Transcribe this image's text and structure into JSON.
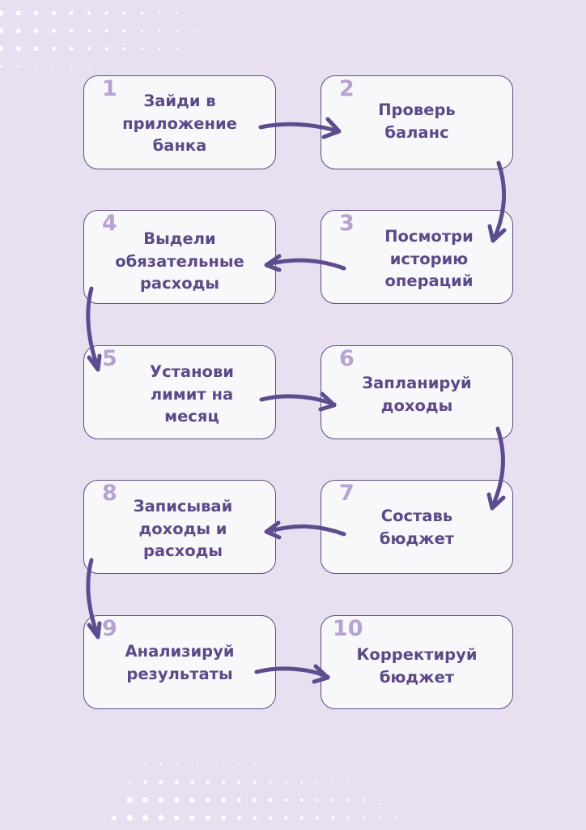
{
  "diagram": {
    "type": "process-flow",
    "colors": {
      "background": "#e8dff1",
      "card_fill": "#f8f8fb",
      "card_border": "#5e4c82",
      "text": "#5c4a88",
      "step_number": "#b7a3d1",
      "arrow": "#5e4c8f",
      "dots": "#ffffff"
    },
    "steps": [
      {
        "number": "1",
        "text": "Зайди в\nприложение\nбанка"
      },
      {
        "number": "2",
        "text": "Проверь\nбаланс"
      },
      {
        "number": "3",
        "text": "Посмотри\nисторию\nопераций"
      },
      {
        "number": "4",
        "text": "Выдели\nобязательные\nрасходы"
      },
      {
        "number": "5",
        "text": "Установи\nлимит на\nмесяц"
      },
      {
        "number": "6",
        "text": "Запланируй\nдоходы"
      },
      {
        "number": "7",
        "text": "Составь\nбюджет"
      },
      {
        "number": "8",
        "text": "Записывай\nдоходы и\nрасходы"
      },
      {
        "number": "9",
        "text": "Анализируй\nрезультаты"
      },
      {
        "number": "10",
        "text": "Корректируй\nбюджет"
      }
    ],
    "connections": [
      {
        "from": "1",
        "to": "2"
      },
      {
        "from": "2",
        "to": "3"
      },
      {
        "from": "3",
        "to": "4"
      },
      {
        "from": "4",
        "to": "5"
      },
      {
        "from": "5",
        "to": "6"
      },
      {
        "from": "6",
        "to": "7"
      },
      {
        "from": "7",
        "to": "8"
      },
      {
        "from": "8",
        "to": "9"
      },
      {
        "from": "9",
        "to": "10"
      }
    ]
  }
}
